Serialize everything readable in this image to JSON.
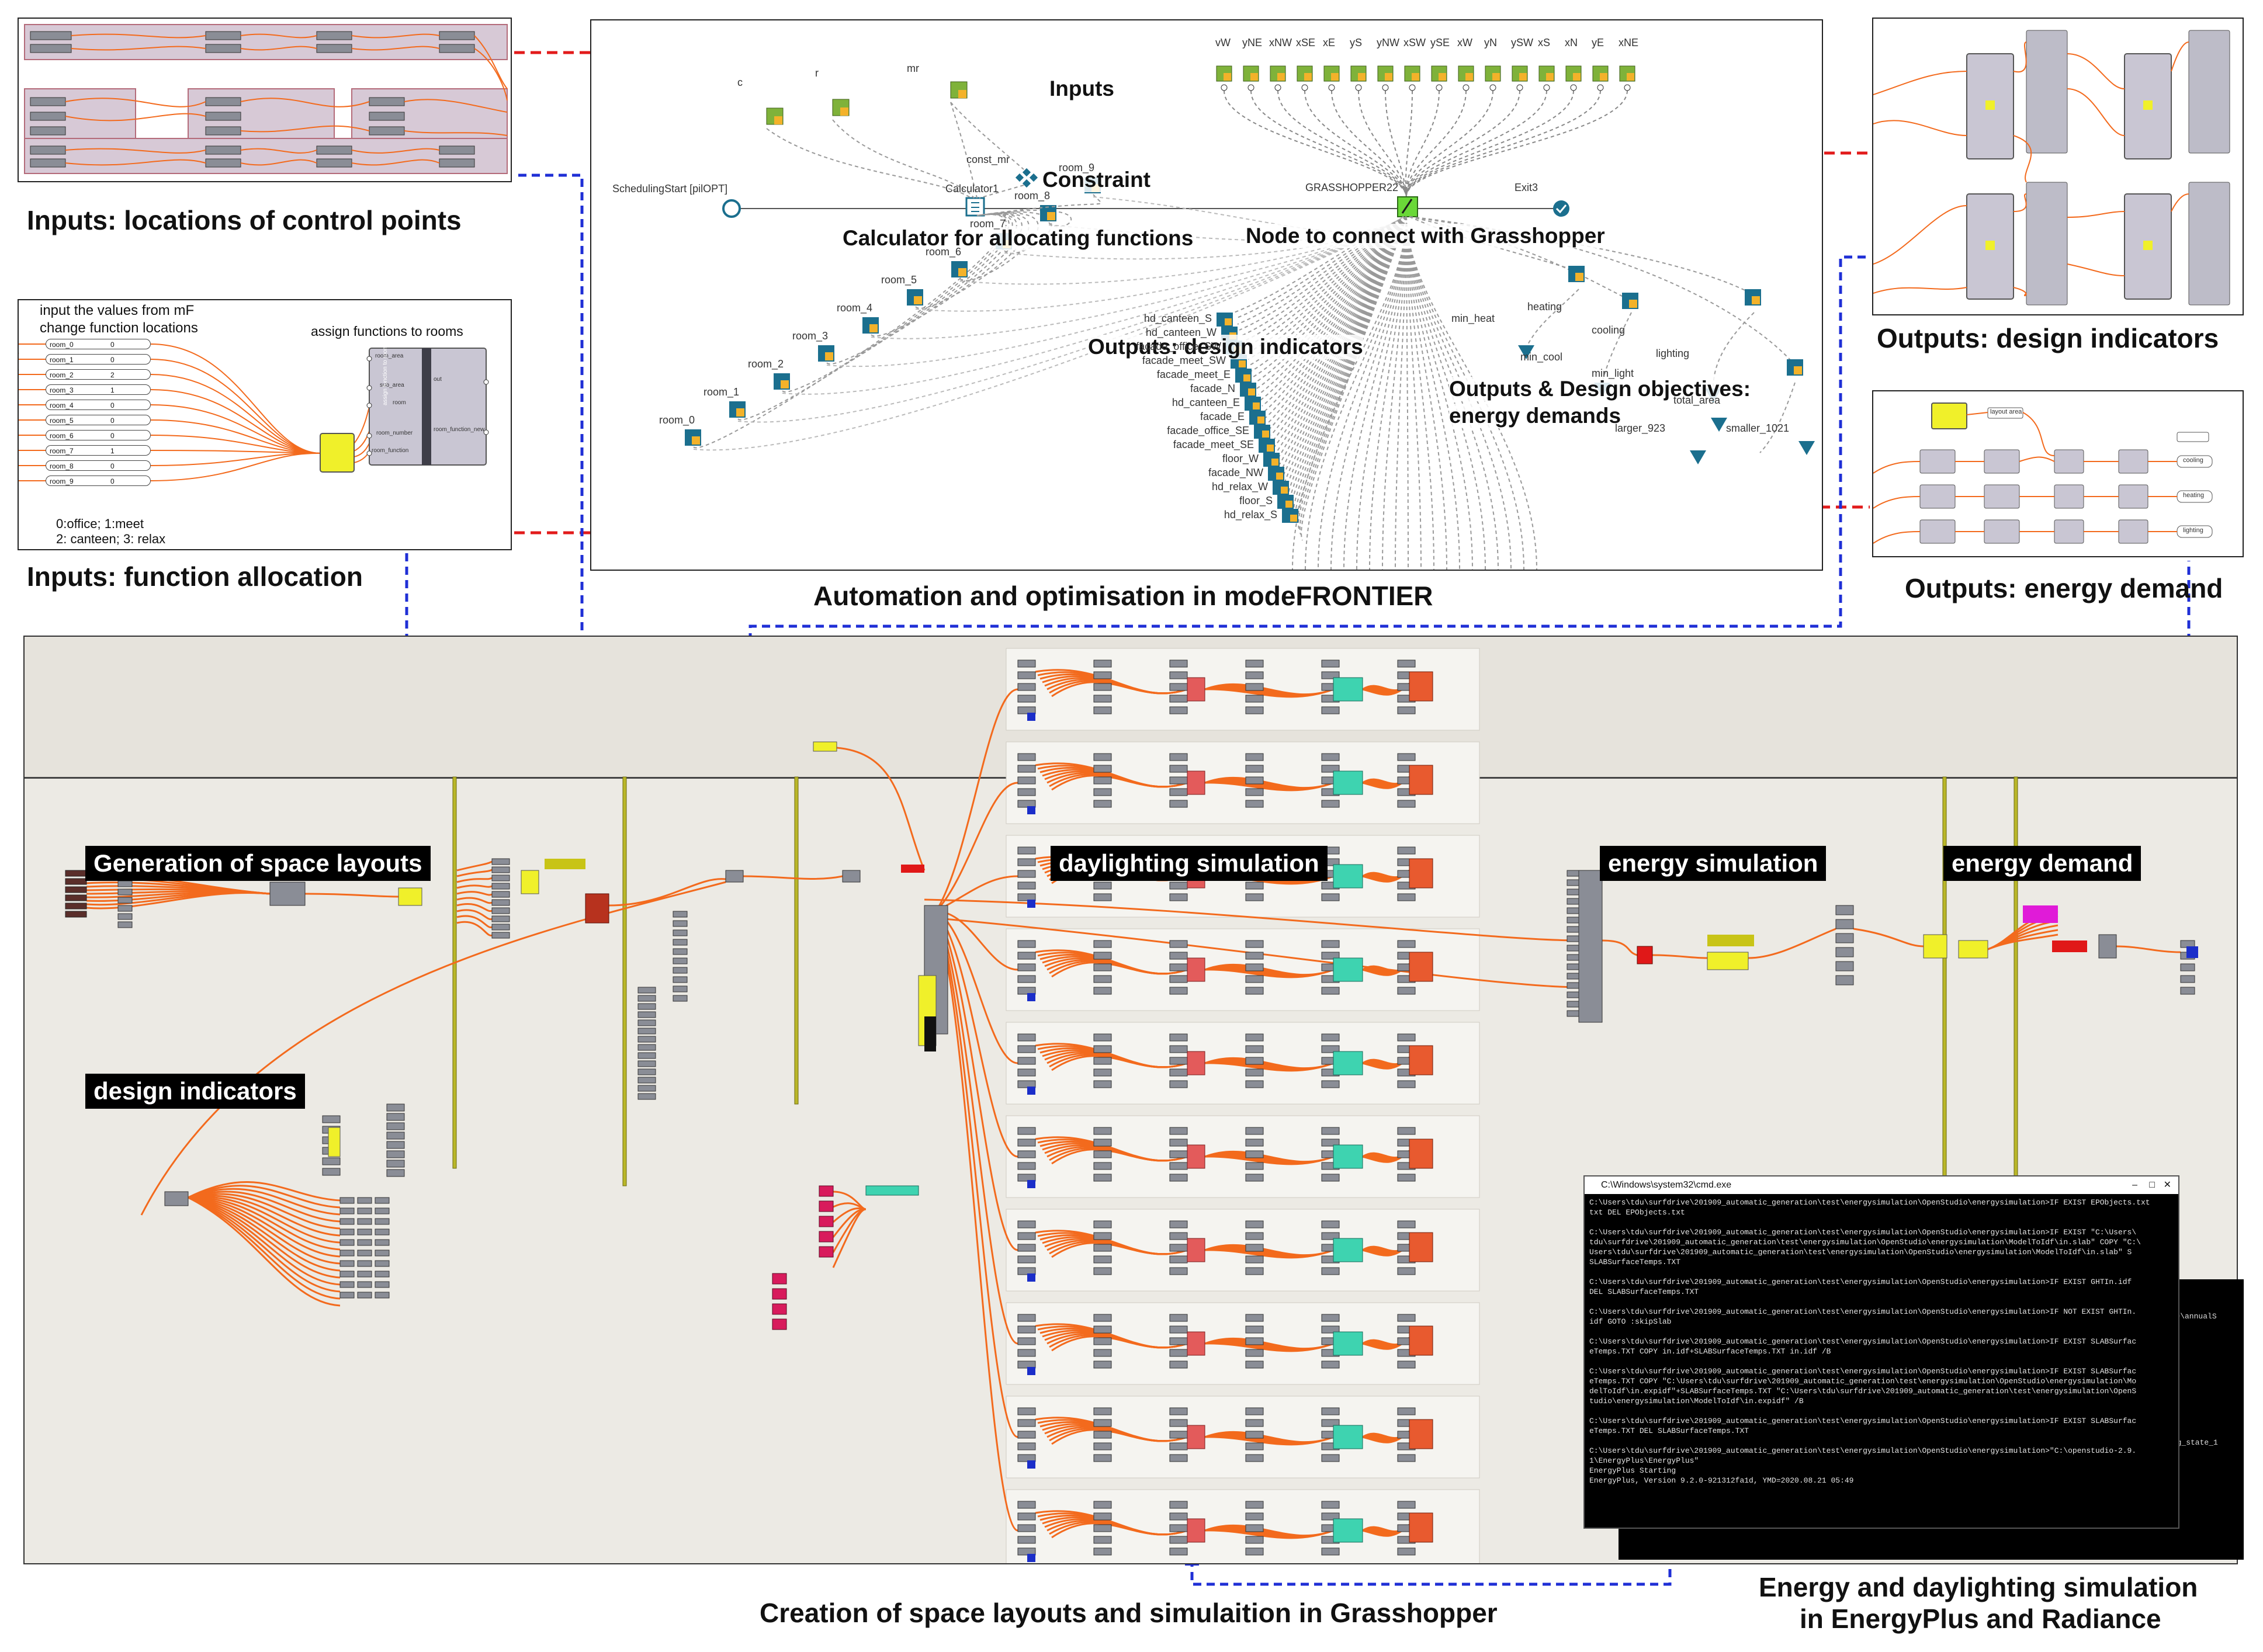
{
  "captions": {
    "inputs_control_points": "Inputs: locations of control points",
    "inputs_function_allocation": "Inputs: function allocation",
    "automation_mf": "Automation and optimisation in modeFRONTIER",
    "outputs_design_indicators": "Outputs: design indicators",
    "outputs_energy_demand": "Outputs: energy demand",
    "creation_gh": "Creation of space layouts and simulaition in Grasshopper",
    "energy_daylight_1": "Energy and daylighting simulation",
    "energy_daylight_2": "in EnergyPlus and Radiance"
  },
  "function_panel": {
    "header_1": "input the values from mF",
    "header_2": "change function locations",
    "assign_label": "assign functions to rooms",
    "rooms": [
      "room_0",
      "room_1",
      "room_2",
      "room_3",
      "room_4",
      "room_5",
      "room_6",
      "room_7",
      "room_8",
      "room_9"
    ],
    "room_values": [
      "0",
      "0",
      "2",
      "1",
      "0",
      "0",
      "0",
      "1",
      "0",
      "0"
    ],
    "component_inputs": [
      "room_area",
      "sub_area",
      "room",
      "room_number",
      "room_function"
    ],
    "component_outputs": [
      "out",
      "room_function_new"
    ],
    "component_name": "assign function to rooms",
    "legend_1": "0:office; 1:meet",
    "legend_2": "2: canteen; 3: relax"
  },
  "modefrontier": {
    "labels": {
      "inputs": "Inputs",
      "constraint": "Constraint",
      "calculator": "Calculator for allocating functions",
      "node_gh": "Node to connect with Grasshopper",
      "outputs_indicators": "Outputs: design indicators",
      "outputs_objectives_1": "Outputs & Design objectives:",
      "outputs_objectives_2": "energy demands"
    },
    "top_inputs": [
      "vW",
      "yNE",
      "xNW",
      "xSE",
      "xE",
      "yS",
      "yNW",
      "xSW",
      "ySE",
      "xW",
      "yN",
      "ySW",
      "xS",
      "xN",
      "yE",
      "xNE"
    ],
    "param_inputs": [
      "c",
      "r",
      "mr"
    ],
    "const": "const_mr",
    "scheduling": "SchedulingStart [pilOPT]",
    "calculator_node": "Calculator1",
    "gh_node": "GRASSHOPPER22",
    "exit": "Exit3",
    "rooms": [
      "room_0",
      "room_1",
      "room_2",
      "room_3",
      "room_4",
      "room_5",
      "room_6",
      "room_7",
      "room_8",
      "room_9"
    ],
    "indicator_outputs": [
      "hd_canteen_S",
      "hd_canteen_W",
      "facade_office_SW",
      "facade_meet_SW",
      "facade_meet_E",
      "facade_N",
      "hd_canteen_E",
      "facade_E",
      "facade_office_SE",
      "facade_meet_SE",
      "floor_W",
      "facade_NW",
      "hd_relax_W",
      "floor_S",
      "hd_relax_S"
    ],
    "energy_outputs": [
      "heating",
      "cooling",
      "lighting",
      "min_heat",
      "min_cool",
      "min_light",
      "total_area",
      "larger_923",
      "smaller_1021"
    ]
  },
  "gh_labels": {
    "generation": "Generation of space layouts",
    "daylighting": "daylighting simulation",
    "energy_sim": "energy simulation",
    "energy_demand": "energy demand",
    "design_indicators": "design indicators"
  },
  "cmd": {
    "title": "C:\\Windows\\system32\\cmd.exe",
    "lines": [
      "C:\\Users\\tdu\\surfdrive\\201909_automatic_generation\\test\\energysimulation\\OpenStudio\\energysimulation>IF EXIST EPObjects.txt",
      "txt DEL EPObjects.txt",
      "",
      "C:\\Users\\tdu\\surfdrive\\201909_automatic_generation\\test\\energysimulation\\OpenStudio\\energysimulation>IF EXIST \"C:\\Users\\",
      "tdu\\surfdrive\\201909_automatic_generation\\test\\energysimulation\\OpenStudio\\energysimulation\\ModelToIdf\\in.slab\" COPY \"C:\\",
      "Users\\tdu\\surfdrive\\201909_automatic_generation\\test\\energysimulation\\OpenStudio\\energysimulation\\ModelToIdf\\in.slab\" S",
      "SLABSurfaceTemps.TXT",
      "",
      "C:\\Users\\tdu\\surfdrive\\201909_automatic_generation\\test\\energysimulation\\OpenStudio\\energysimulation>IF EXIST GHTIn.idf",
      "DEL SLABSurfaceTemps.TXT",
      "",
      "C:\\Users\\tdu\\surfdrive\\201909_automatic_generation\\test\\energysimulation\\OpenStudio\\energysimulation>IF NOT EXIST GHTIn.",
      "idf GOTO :skipSlab",
      "",
      "C:\\Users\\tdu\\surfdrive\\201909_automatic_generation\\test\\energysimulation\\OpenStudio\\energysimulation>IF EXIST SLABSurfac",
      "eTemps.TXT COPY in.idf+SLABSurfaceTemps.TXT in.idf /B",
      "",
      "C:\\Users\\tdu\\surfdrive\\201909_automatic_generation\\test\\energysimulation\\OpenStudio\\energysimulation>IF EXIST SLABSurfac",
      "eTemps.TXT COPY \"C:\\Users\\tdu\\surfdrive\\201909_automatic_generation\\test\\energysimulation\\OpenStudio\\energysimulation\\Mo",
      "delToIdf\\in.expidf\"+SLABSurfaceTemps.TXT \"C:\\Users\\tdu\\surfdrive\\201909_automatic_generation\\test\\energysimulation\\OpenS",
      "tudio\\energysimulation\\ModelToIdf\\in.expidf\" /B",
      "",
      "C:\\Users\\tdu\\surfdrive\\201909_automatic_generation\\test\\energysimulation\\OpenStudio\\energysimulation>IF EXIST SLABSurfac",
      "eTemps.TXT DEL SLABSurfaceTemps.TXT",
      "",
      "C:\\Users\\tdu\\surfdrive\\201909_automatic_generation\\test\\energysimulation\\OpenStudio\\energysimulation>\"C:\\openstudio-2.9.",
      "1\\EnergyPlus\\EnergyPlus\"",
      "EnergyPlus Starting",
      "EnergyPlus, Version 9.2.0-921312fa1d, YMD=2020.08.21 05:49"
    ],
    "back_fragments": [
      "mple\\annualS",
      "ing_state_1"
    ]
  },
  "outputs_panel_nodes": {
    "energy_outputs": [
      "cooling",
      "heating",
      "lighting"
    ],
    "layout_area": "layout area"
  },
  "colors": {
    "red_dash": "#e21b1b",
    "blue_dash": "#1f2fd6",
    "wire_orange": "#f36a1d",
    "node_teal": "#1b6f8e",
    "gh_yellow": "#b9b628"
  }
}
